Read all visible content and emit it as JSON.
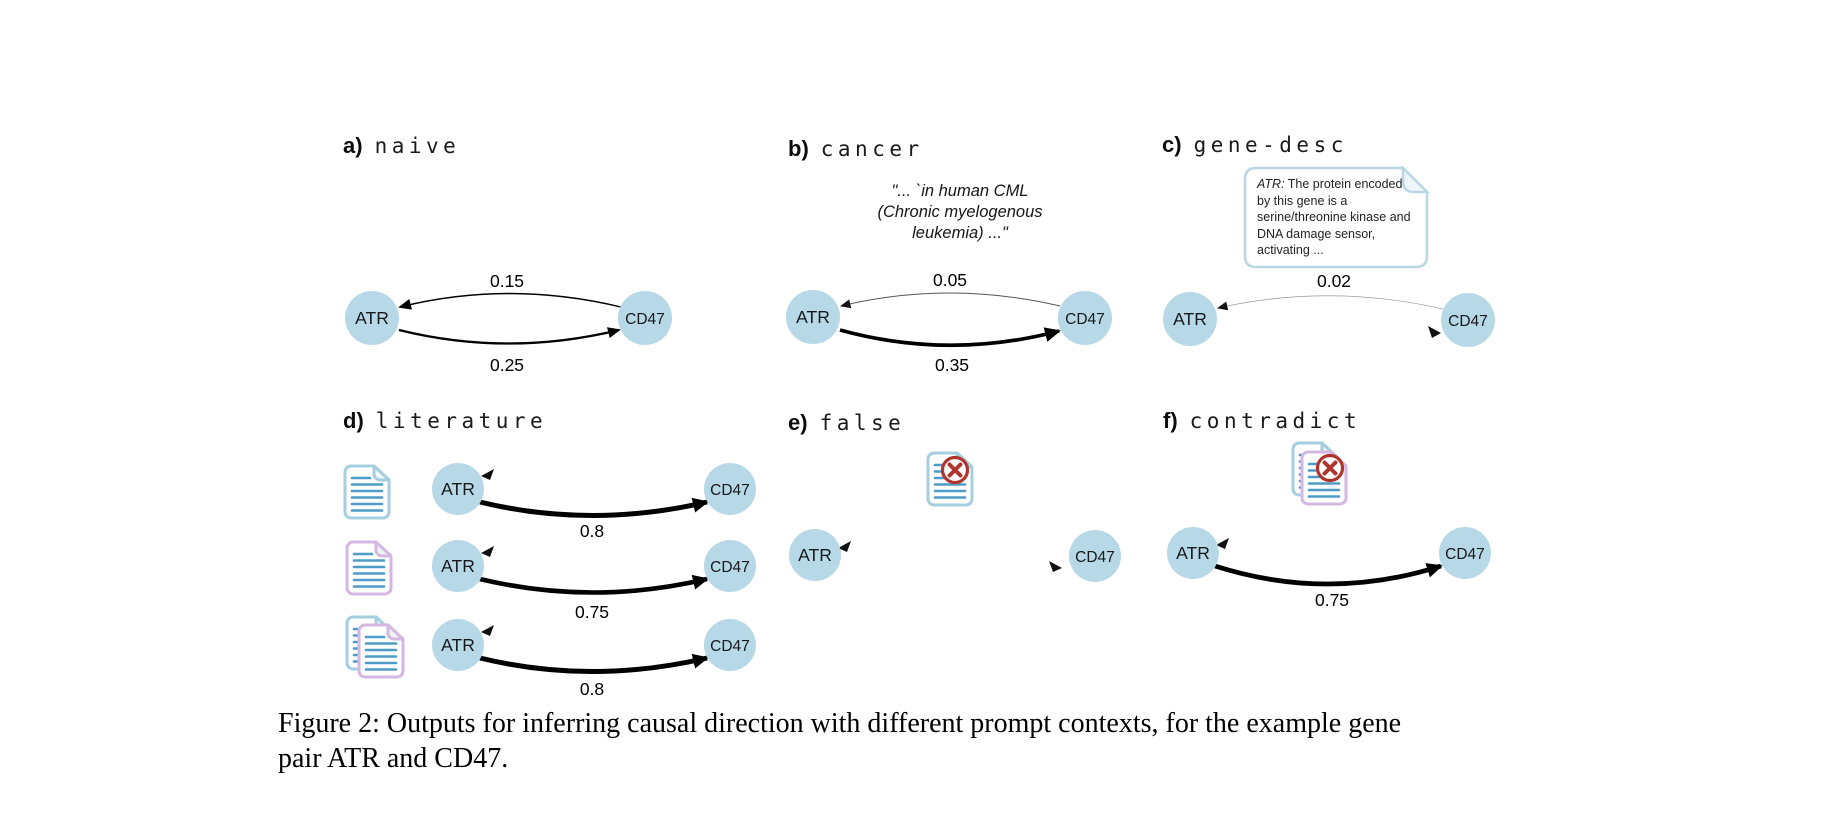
{
  "figure": {
    "panels": {
      "a": {
        "tag": "a)",
        "name": "naive",
        "weights": {
          "cd47_to_atr": "0.15",
          "atr_to_cd47": "0.25"
        }
      },
      "b": {
        "tag": "b)",
        "name": "cancer",
        "quote": [
          "\"... `in human CML",
          "(Chronic myelogenous",
          "leukemia) ...\""
        ],
        "weights": {
          "cd47_to_atr": "0.05",
          "atr_to_cd47": "0.35"
        }
      },
      "c": {
        "tag": "c)",
        "name": "gene-desc",
        "note": {
          "gene_prefix": "ATR:",
          "body": "The protein encoded by this gene is a serine/threonine kinase and DNA damage sensor, activating  ..."
        },
        "weights": {
          "cd47_to_atr": "0.02"
        }
      },
      "d": {
        "tag": "d)",
        "name": "literature",
        "rows": [
          {
            "weight": "0.8"
          },
          {
            "weight": "0.75"
          },
          {
            "weight": "0.8"
          }
        ]
      },
      "e": {
        "tag": "e)",
        "name": "false"
      },
      "f": {
        "tag": "f)",
        "name": "contradict",
        "weights": {
          "atr_to_cd47": "0.75"
        }
      }
    },
    "nodes": {
      "source": "ATR",
      "target": "CD47"
    },
    "icons": {
      "document": "document-icon",
      "document_stack": "document-stack-icon",
      "document_error": "crossed-document-icon"
    },
    "colors": {
      "node_fill": "#b7d8e6",
      "edge": "#000000",
      "doc_blue": "#a5cede",
      "doc_purple": "#d5b8e2",
      "doc_lines": "#4f9bc8",
      "error_red": "#b0342e",
      "note_border": "#b8d7e3"
    },
    "caption": {
      "line1": "Figure 2: Outputs for inferring causal direction with different prompt contexts, for the example gene",
      "line2": "pair ATR and CD47."
    }
  }
}
